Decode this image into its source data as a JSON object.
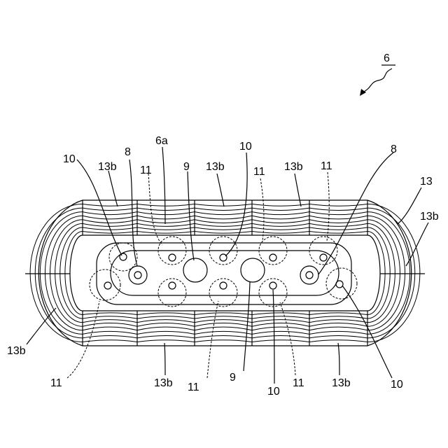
{
  "figure": {
    "ref_main": "6",
    "ref_plate": "6a",
    "ref_coil": "13",
    "ref_segment": "13b",
    "ref_hole_large": "9",
    "ref_hole_ring": "8",
    "ref_pin": "10",
    "ref_pocket": "11"
  },
  "style": {
    "line_color": "#000000",
    "background": "#ffffff"
  }
}
